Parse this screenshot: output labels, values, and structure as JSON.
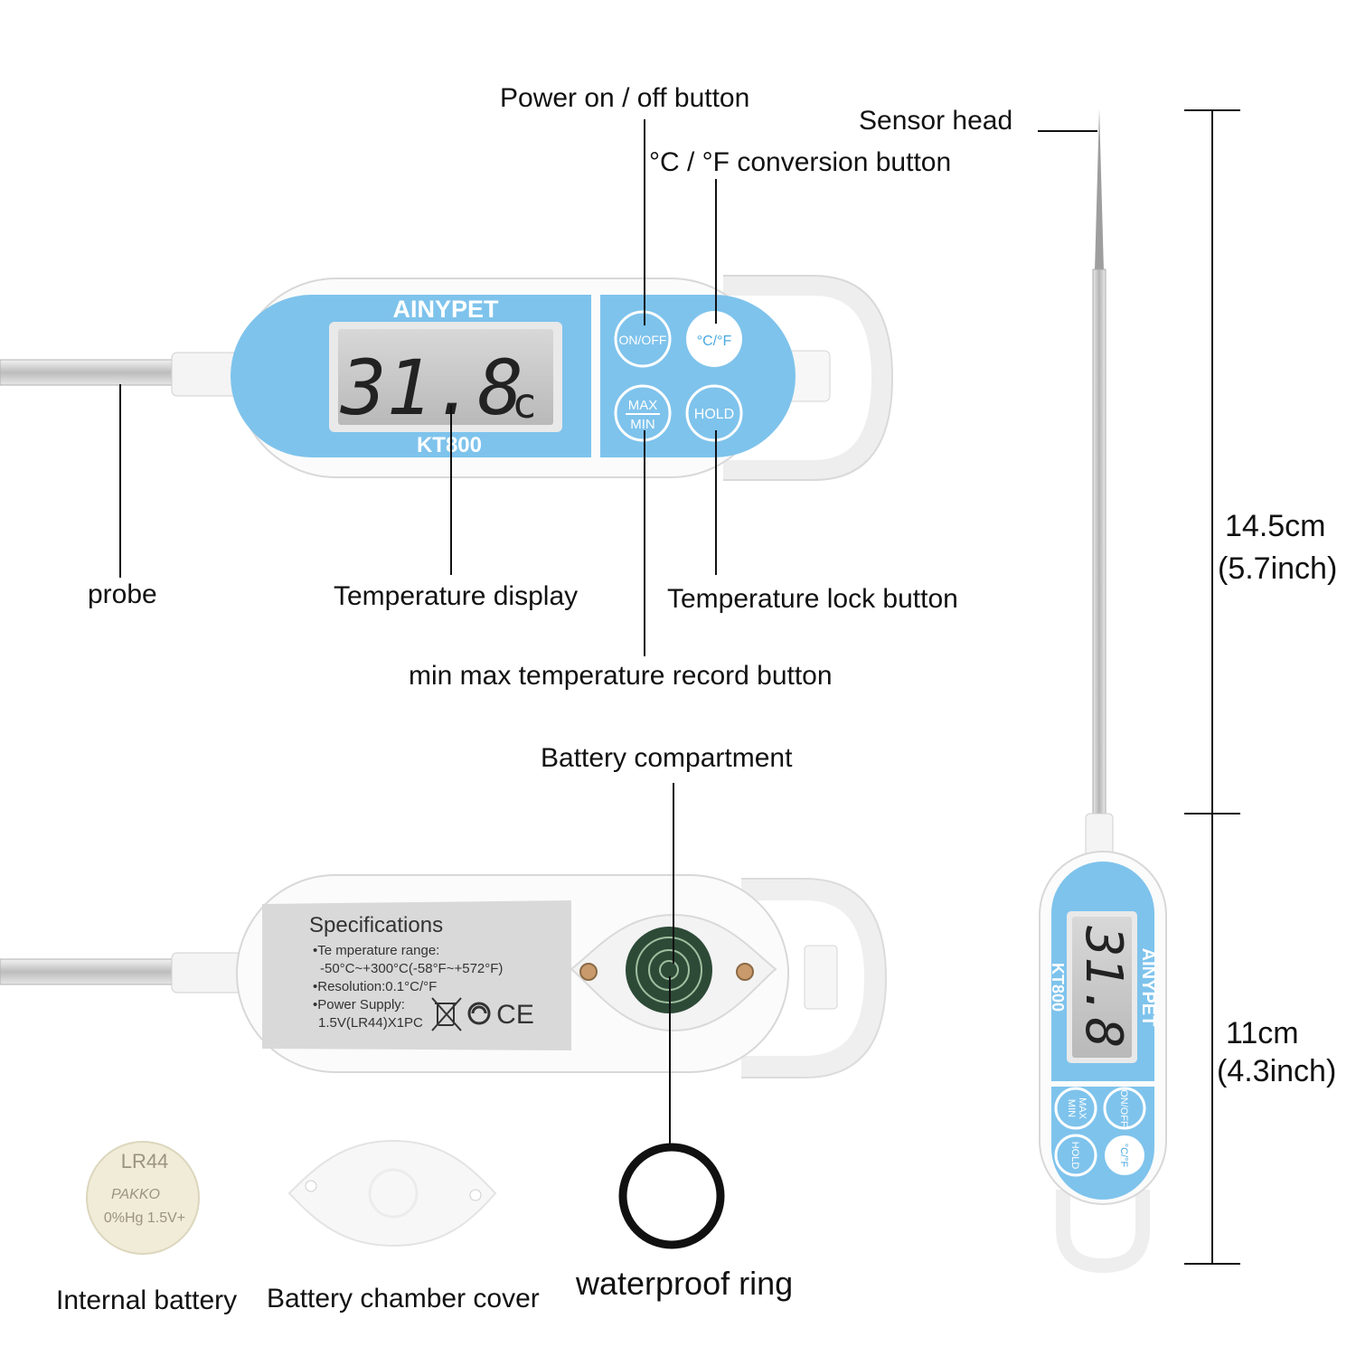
{
  "labels": {
    "power_button": "Power on / off button",
    "conversion_button": "°C / °F conversion button",
    "sensor_head": "Sensor head",
    "probe": "probe",
    "temperature_display": "Temperature display",
    "temperature_lock_button": "Temperature lock button",
    "min_max_button": "min max temperature record button",
    "battery_compartment": "Battery compartment",
    "internal_battery": "Internal battery",
    "battery_chamber_cover": "Battery chamber cover",
    "waterproof_ring": "waterproof ring"
  },
  "dimensions": {
    "probe_length_cm": "14.5cm",
    "probe_length_inch": "(5.7inch)",
    "body_length_cm": "11cm",
    "body_length_inch": "(4.3inch)"
  },
  "device": {
    "brand": "AINYPET",
    "model": "KT800",
    "reading": "31.8",
    "unit": "c",
    "buttons": {
      "on_off": "ON/OFF",
      "c_f": "°C/°F",
      "max": "MAX",
      "min": "MIN",
      "hold": "HOLD"
    }
  },
  "specifications": {
    "title": "Specifications",
    "lines": [
      "•Te mperature range:",
      "-50°C~+300°C(-58°F~+572°F)",
      "•Resolution:0.1°C/°F",
      "•Power Supply:",
      "1.5V(LR44)X1PC"
    ],
    "mark": "CE"
  },
  "battery": {
    "model": "LR44",
    "brand": "PAKKO",
    "text": "0%Hg 1.5V+"
  },
  "colors": {
    "accent_blue": "#7ec3ec",
    "body_white": "#fbfbfb",
    "lcd_gray": "#c9c9c9",
    "spec_gray": "#d9d9d9",
    "probe_steel": "#cfcfcf"
  }
}
